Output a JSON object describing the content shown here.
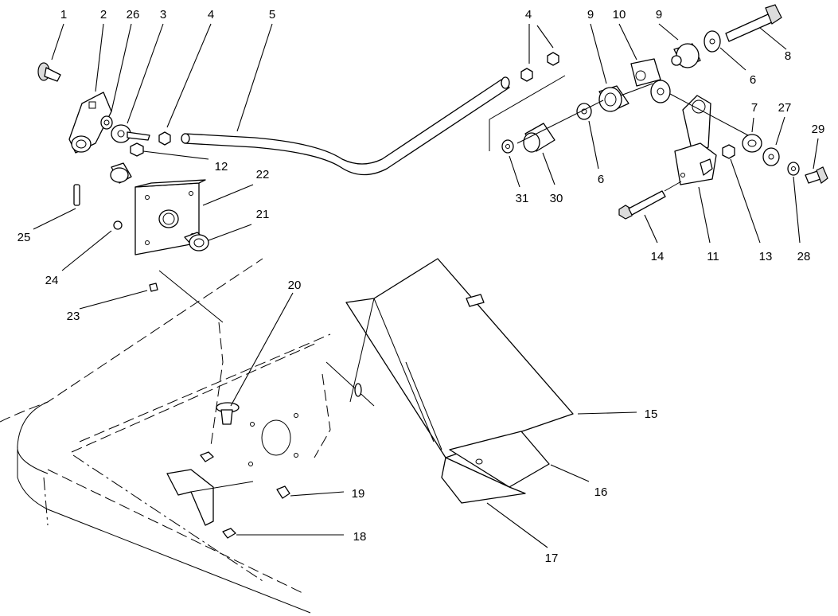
{
  "diagram": {
    "labels": [
      "1",
      "2",
      "26",
      "3",
      "4",
      "5",
      "4",
      "9",
      "10",
      "9",
      "8",
      "6",
      "7",
      "27",
      "29",
      "12",
      "22",
      "21",
      "25",
      "24",
      "23",
      "20",
      "19",
      "18",
      "15",
      "16",
      "17",
      "31",
      "30",
      "6",
      "14",
      "11",
      "13",
      "28"
    ]
  }
}
